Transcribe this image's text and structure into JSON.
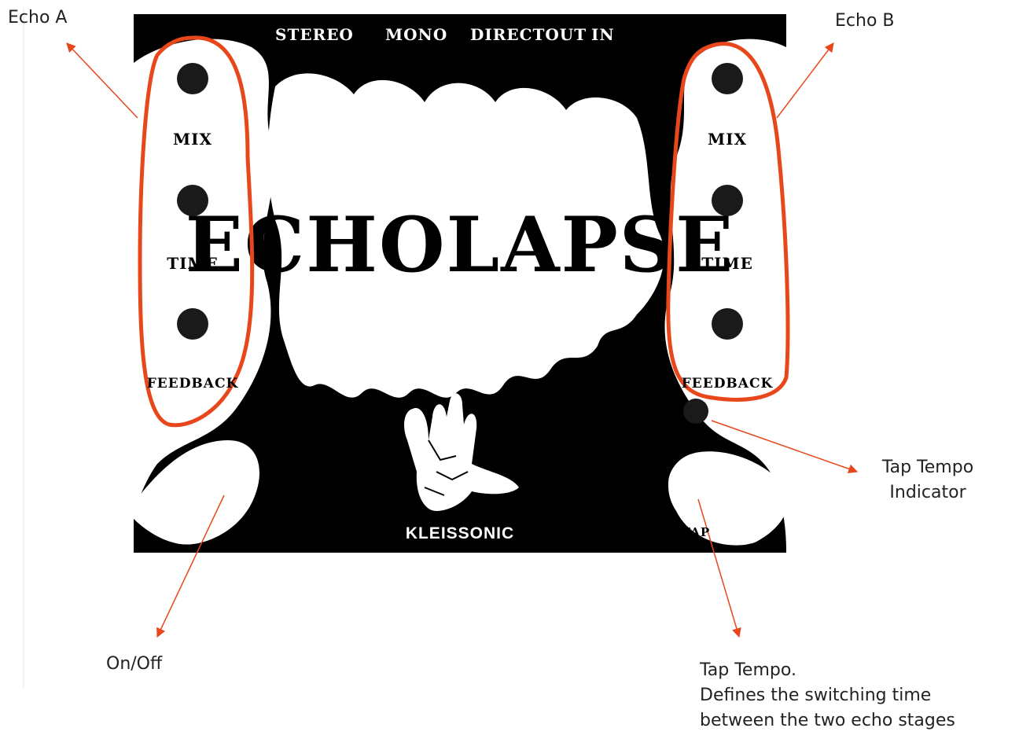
{
  "pedal": {
    "jack_labels": [
      "Stereo",
      "Mono",
      "Directout",
      "In"
    ],
    "title": "ECHOLAPSE",
    "brand": "KLEISSONIC",
    "tap_label": "TAP"
  },
  "echo_a": {
    "knob_labels": [
      "MIX",
      "TIME",
      "FEEDBACK"
    ]
  },
  "echo_b": {
    "knob_labels": [
      "MIX",
      "TIME",
      "FEEDBACK"
    ]
  },
  "callouts": {
    "echo_a": "Echo A",
    "echo_b": "Echo B",
    "tap_indicator_line1": "Tap Tempo",
    "tap_indicator_line2": "Indicator",
    "on_off": "On/Off",
    "tap_tempo_line1": "Tap Tempo.",
    "tap_tempo_line2": "Defines the switching time",
    "tap_tempo_line3": "between the two echo stages"
  },
  "colors": {
    "panel": "#000000",
    "panel_art": "#ffffff",
    "annotation": "#e8471b",
    "knob": "#1a1a1a"
  }
}
